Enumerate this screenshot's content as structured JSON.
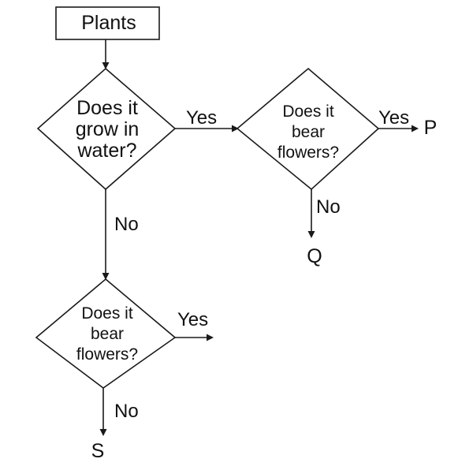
{
  "root": {
    "label": "Plants"
  },
  "decisions": {
    "water": {
      "lines": [
        "Does it",
        "grow in",
        "water?"
      ]
    },
    "flowers_yes_branch": {
      "lines": [
        "Does it",
        "bear",
        "flowers?"
      ]
    },
    "flowers_no_branch": {
      "lines": [
        "Does it",
        "bear",
        "flowers?"
      ]
    }
  },
  "edges": {
    "water_yes": "Yes",
    "water_no": "No",
    "flowers_top_yes": "Yes",
    "flowers_top_no": "No",
    "flowers_bottom_yes": "Yes",
    "flowers_bottom_no": "No"
  },
  "outcomes": {
    "p": "P",
    "q": "Q",
    "s": "S"
  },
  "colors": {
    "stroke": "#1a1a1a",
    "background": "#ffffff",
    "text": "#111111"
  }
}
